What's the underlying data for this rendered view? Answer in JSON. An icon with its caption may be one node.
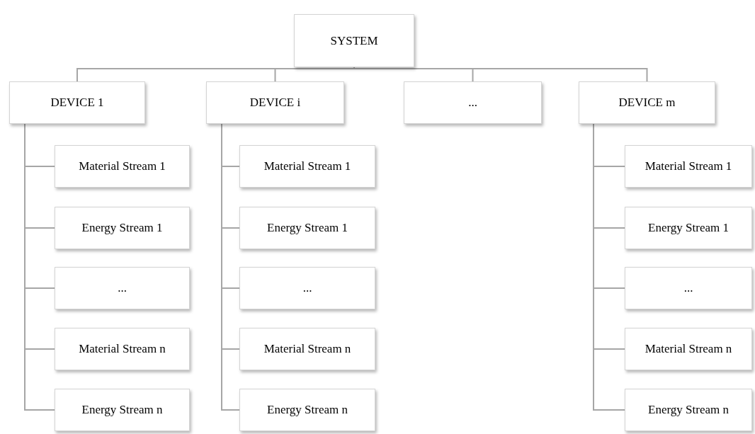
{
  "diagram": {
    "nodes": [
      {
        "text": [
          "SYSTEM"
        ]
      },
      {
        "text": [
          "DEVICE 1"
        ]
      },
      {
        "text": [
          "DEVICE i"
        ]
      },
      {
        "text": [
          "..."
        ]
      },
      {
        "text": [
          "DEVICE m"
        ]
      },
      {
        "text": [
          "Material Stream 1"
        ]
      },
      {
        "text": [
          "Energy Stream 1"
        ]
      },
      {
        "text": [
          "..."
        ]
      },
      {
        "text": [
          "Material Stream n"
        ]
      },
      {
        "text": [
          "Energy Stream n"
        ]
      },
      {
        "text": [
          "Material Stream 1"
        ]
      },
      {
        "text": [
          "Energy Stream 1"
        ]
      },
      {
        "text": [
          "..."
        ]
      },
      {
        "text": [
          "Material Stream n"
        ]
      },
      {
        "text": [
          "Energy Stream n"
        ]
      },
      {
        "text": [
          "Material Stream 1"
        ]
      },
      {
        "text": [
          "Energy Stream 1"
        ]
      },
      {
        "text": [
          "..."
        ]
      },
      {
        "text": [
          "Material Stream n"
        ]
      },
      {
        "text": [
          "Energy Stream n"
        ]
      }
    ],
    "edges": [
      {
        "from": 0,
        "to": 1,
        "arrow": "none"
      },
      {
        "from": 0,
        "to": 2,
        "arrow": "none"
      },
      {
        "from": 0,
        "to": 3,
        "arrow": "none"
      },
      {
        "from": 0,
        "to": 4,
        "arrow": "none"
      },
      {
        "from": 1,
        "to": 5,
        "arrow": "none"
      },
      {
        "from": 1,
        "to": 6,
        "arrow": "none"
      },
      {
        "from": 1,
        "to": 7,
        "arrow": "none"
      },
      {
        "from": 1,
        "to": 8,
        "arrow": "none"
      },
      {
        "from": 1,
        "to": 9,
        "arrow": "none"
      },
      {
        "from": 2,
        "to": 10,
        "arrow": "none"
      },
      {
        "from": 2,
        "to": 11,
        "arrow": "none"
      },
      {
        "from": 2,
        "to": 12,
        "arrow": "none"
      },
      {
        "from": 2,
        "to": 13,
        "arrow": "none"
      },
      {
        "from": 2,
        "to": 14,
        "arrow": "none"
      },
      {
        "from": 4,
        "to": 15,
        "arrow": "none"
      },
      {
        "from": 4,
        "to": 16,
        "arrow": "none"
      },
      {
        "from": 4,
        "to": 17,
        "arrow": "none"
      },
      {
        "from": 4,
        "to": 18,
        "arrow": "none"
      },
      {
        "from": 4,
        "to": 19,
        "arrow": "none"
      }
    ]
  }
}
